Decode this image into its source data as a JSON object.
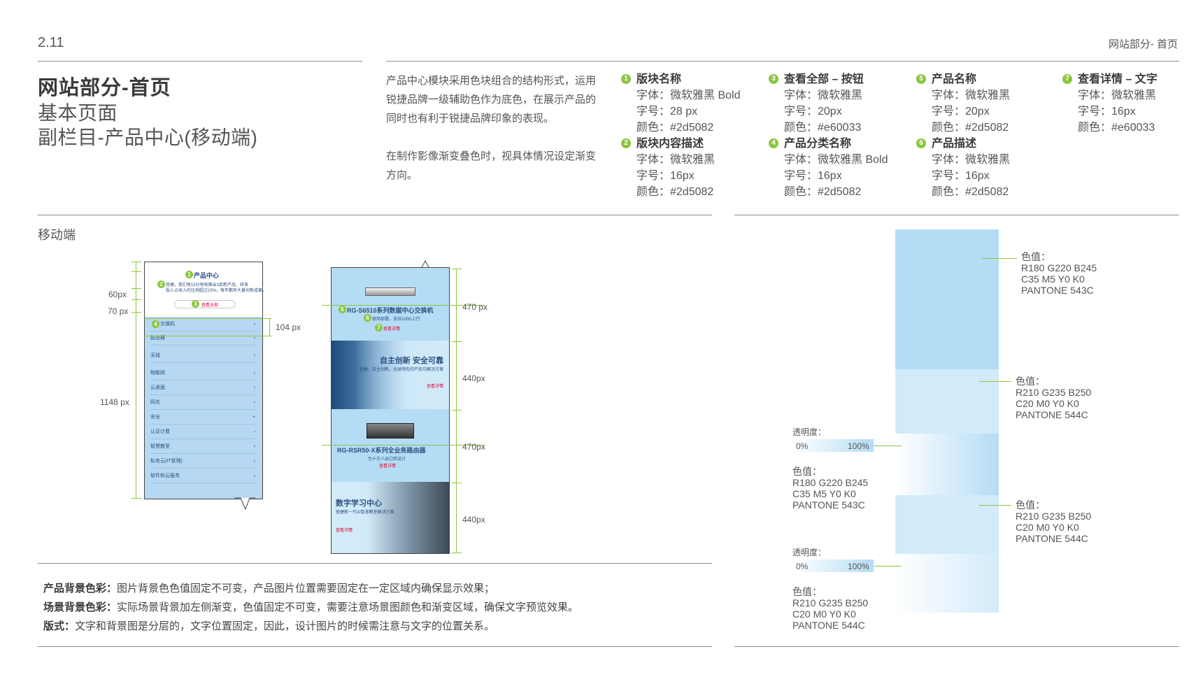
{
  "header": {
    "page_num": "2.11",
    "section": "网站部分- 首页"
  },
  "title": {
    "main": "网站部分-首页",
    "sub1": "基本页面",
    "sub2": "副栏目-产品中心(移动端)"
  },
  "intro": {
    "para1": "产品中心模块采用色块组合的结构形式，运用锐捷品牌一级辅助色作为底色，在展示产品的同时也有利于锐捷品牌印象的表现。",
    "para2": "在制作影像渐变叠色时，视具体情况设定渐变方向。"
  },
  "specs": [
    {
      "num": "1",
      "head": "版块名称",
      "font": "字体：微软雅黑 Bold",
      "size": "字号：28 px",
      "color": "颜色：#2d5082"
    },
    {
      "num": "2",
      "head": "版块内容描述",
      "font": "字体：微软雅黑",
      "size": "字号：16px",
      "color": "颜色：#2d5082"
    },
    {
      "num": "3",
      "head": "查看全部 – 按钮",
      "font": "字体：微软雅黑",
      "size": "字号：20px",
      "color": "颜色：#e60033"
    },
    {
      "num": "4",
      "head": "产品分类名称",
      "font": "字体：微软雅黑 Bold",
      "size": "字号：16px",
      "color": "颜色：#2d5082"
    },
    {
      "num": "5",
      "head": "产品名称",
      "font": "字体：微软雅黑",
      "size": "字号：20px",
      "color": "颜色：#2d5082"
    },
    {
      "num": "6",
      "head": "产品描述",
      "font": "字体：微软雅黑",
      "size": "字号：16px",
      "color": "颜色：#2d5082"
    },
    {
      "num": "7",
      "head": "查看详情 – 文字",
      "font": "字体：微软雅黑",
      "size": "字号：16px",
      "color": "颜色：#e60033"
    }
  ],
  "mobile": {
    "label": "移动端",
    "dims": {
      "d60": "60px",
      "d70": "70 px",
      "d104": "104 px",
      "d1148": "1148 px",
      "d470a": "470 px",
      "d440a": "440px",
      "d470b": "470px",
      "d440b": "440px"
    },
    "phone": {
      "title": "产品中心",
      "desc1": "锐捷，我们每15分钟就推出1款新产品，研发",
      "desc2": "投入占收入的比例超过15%，每年都有大量创新成果。",
      "view_all": "查看全部",
      "menu": [
        "交换机",
        "路由器",
        "无线",
        "物联网",
        "云桌面",
        "网关",
        "安全",
        "认证计费",
        "智慧教室",
        "私有云(IT管理)",
        "软件和云服务"
      ]
    },
    "col2": {
      "p1_name": "RG-S6510系列数据中心交换机",
      "p1_desc": "极简部署，支持100G上行",
      "p1_link": "查看详情",
      "s1_title": "自主创新 安全可靠",
      "s1_desc": "锐捷，自主创新，全球领先的产品与解决方案",
      "s1_link": "查看详情",
      "p2_name": "RG-RSR50-X系列全业务路由器",
      "p2_desc": "为十万人出口而设计",
      "p2_link": "查看详情",
      "s2_title": "数字学习中心",
      "s2_desc": "锐捷新一代AI智慧教室解决方案",
      "s2_link": "查看详情"
    }
  },
  "colors": {
    "c1": {
      "l1": "色值：",
      "l2": "R180 G220 B245",
      "l3": "C35 M5 Y0 K0",
      "l4": "PANTONE 543C"
    },
    "c2": {
      "l1": "色值：",
      "l2": "R210 G235 B250",
      "l3": "C20 M0 Y0 K0",
      "l4": "PANTONE 544C"
    },
    "c3": {
      "l1": "色值：",
      "l2": "R180 G220 B245",
      "l3": "C35 M5 Y0 K0",
      "l4": "PANTONE 543C"
    },
    "c4": {
      "l1": "色值：",
      "l2": "R210 G235 B250",
      "l3": "C20 M0 Y0 K0",
      "l4": "PANTONE 544C"
    },
    "c5": {
      "l1": "色值：",
      "l2": "R210 G235 B250",
      "l3": "C20 M0 Y0 K0",
      "l4": "PANTONE 544C"
    },
    "opacity_label": "透明度：",
    "o0": "0%",
    "o100": "100%",
    "swatch_543": "#b4dcf5",
    "swatch_544": "#d2ebfa"
  },
  "notes": [
    {
      "label": "产品背景色彩：",
      "text": "图片背景色色值固定不可变，产品图片位置需要固定在一定区域内确保显示效果；"
    },
    {
      "label": "场景背景色彩：",
      "text": "实际场景背景加左侧渐变，色值固定不可变，需要注意场景图颜色和渐变区域，确保文字预览效果。"
    },
    {
      "label": "版式：",
      "text": "文字和背景图是分层的，文字位置固定，因此，设计图片的时候需注意与文字的位置关系。"
    }
  ]
}
